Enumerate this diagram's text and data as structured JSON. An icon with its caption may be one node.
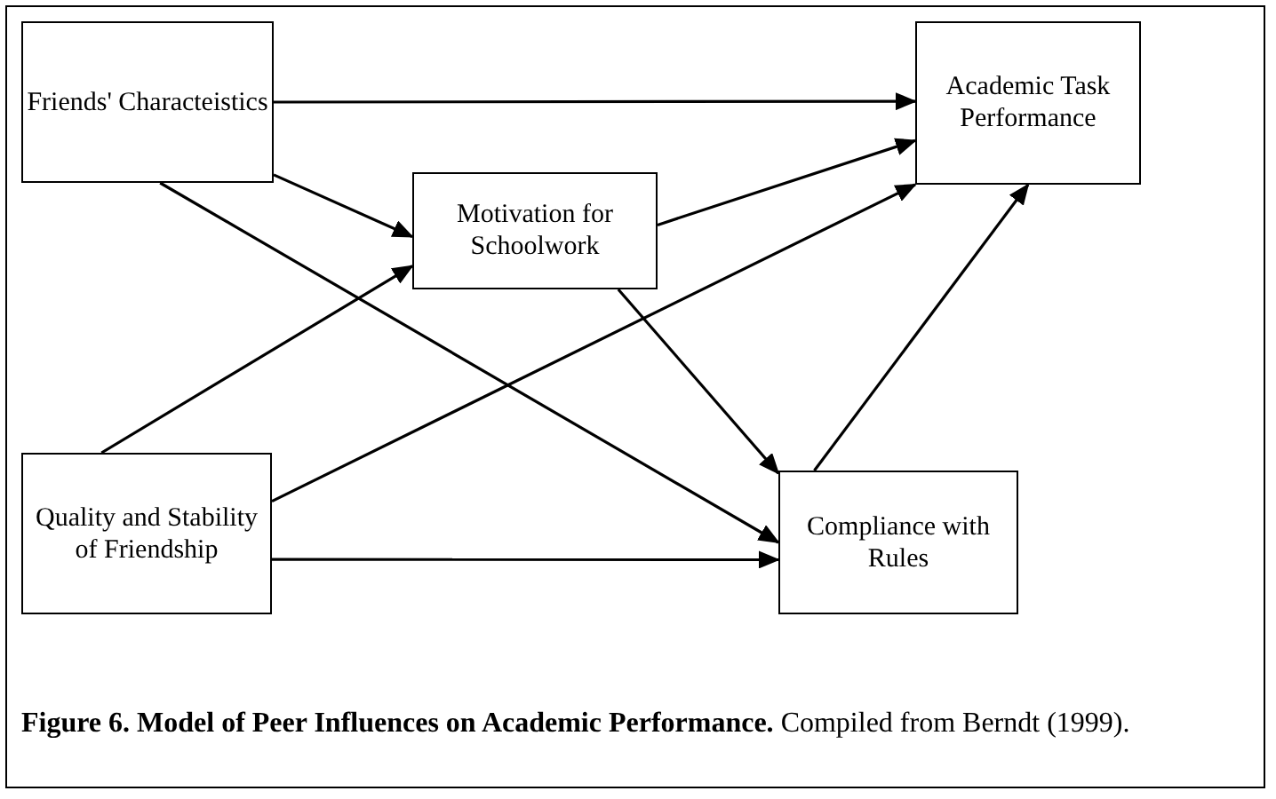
{
  "diagram": {
    "caption": "**Figure 6. Model of Peer Influences on Academic Performance.** Compiled from Berndt (1999).",
    "nodes": [
      {
        "text": [
          "Friends' Characteistics"
        ]
      },
      {
        "text": [
          "Motivation for Schoolwork"
        ]
      },
      {
        "text": [
          "Academic Task Performance"
        ]
      },
      {
        "text": [
          "Quality and Stability of Friendship"
        ]
      },
      {
        "text": [
          "Compliance with Rules"
        ]
      }
    ],
    "edges": [
      {
        "from": 0,
        "to": 2,
        "arrow": "to"
      },
      {
        "from": 0,
        "to": 1,
        "arrow": "to"
      },
      {
        "from": 0,
        "to": 4,
        "arrow": "to"
      },
      {
        "from": 1,
        "to": 2,
        "arrow": "to"
      },
      {
        "from": 1,
        "to": 4,
        "arrow": "to"
      },
      {
        "from": 3,
        "to": 1,
        "arrow": "to"
      },
      {
        "from": 3,
        "to": 2,
        "arrow": "to"
      },
      {
        "from": 3,
        "to": 4,
        "arrow": "to"
      },
      {
        "from": 4,
        "to": 2,
        "arrow": "to"
      }
    ]
  }
}
